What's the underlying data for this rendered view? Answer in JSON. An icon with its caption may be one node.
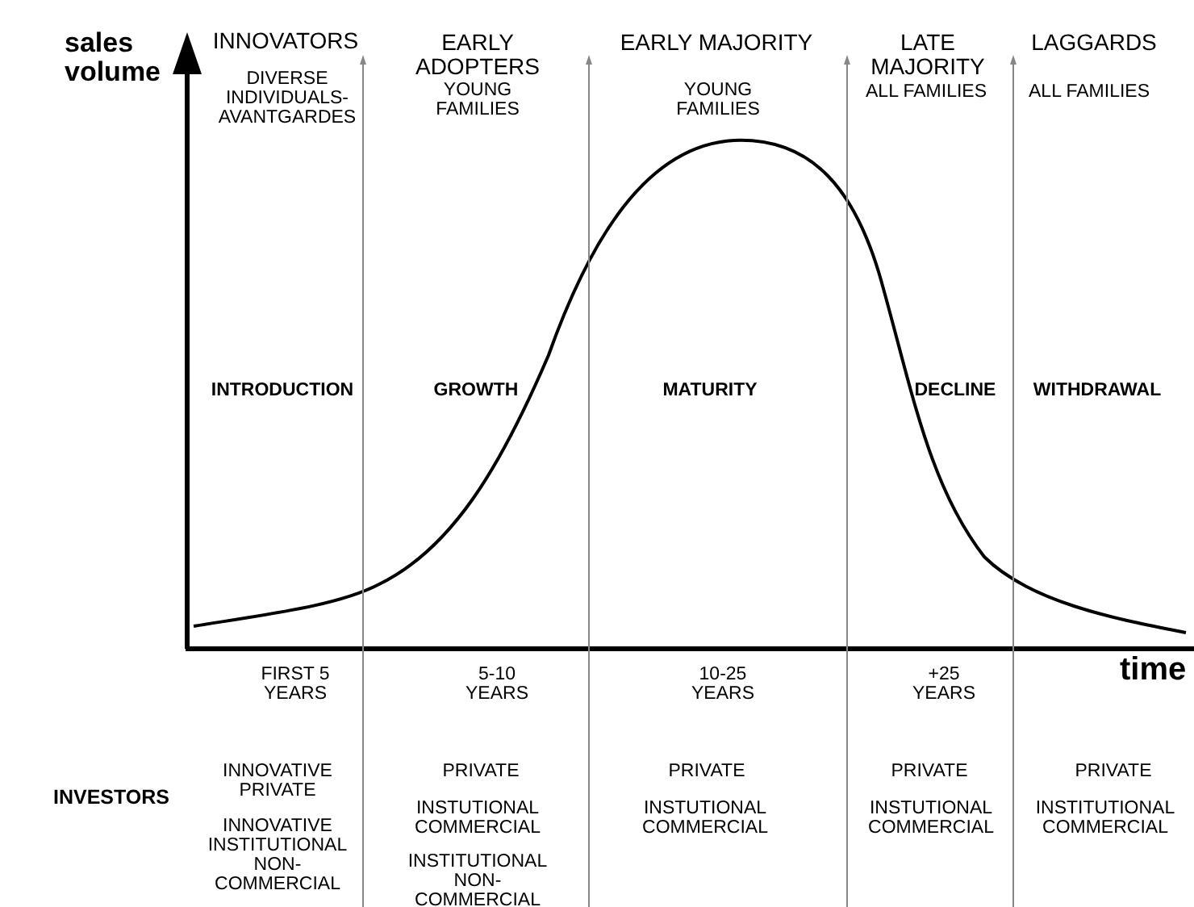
{
  "diagram": {
    "labels": [
      "sales volume",
      "INNOVATORS",
      "EARLY ADOPTERS",
      "EARLY MAJORITY",
      "LATE MAJORITY",
      "LAGGARDS",
      "DIVERSE INDIVIDUALS-AVANTGARDES",
      "YOUNG FAMILIES",
      "YOUNG FAMILIES",
      "ALL FAMILIES",
      "ALL FAMILIES",
      "INTRODUCTION",
      "GROWTH",
      "MATURITY",
      "DECLINE",
      "WITHDRAWAL",
      "FIRST 5 YEARS",
      "5-10 YEARS",
      "10-25 YEARS",
      "+25 YEARS",
      "time",
      "INVESTORS",
      "INNOVATIVE PRIVATE",
      "PRIVATE",
      "PRIVATE",
      "PRIVATE",
      "PRIVATE",
      "INNOVATIVE INSTITUTIONAL NON-COMMERCIAL",
      "INSTUTIONAL COMMERCIAL",
      "INSTUTIONAL COMMERCIAL",
      "INSTUTIONAL COMMERCIAL",
      "INSTITUTIONAL COMMERCIAL",
      "INSTITUTIONAL NON-COMMERCIAL"
    ]
  }
}
